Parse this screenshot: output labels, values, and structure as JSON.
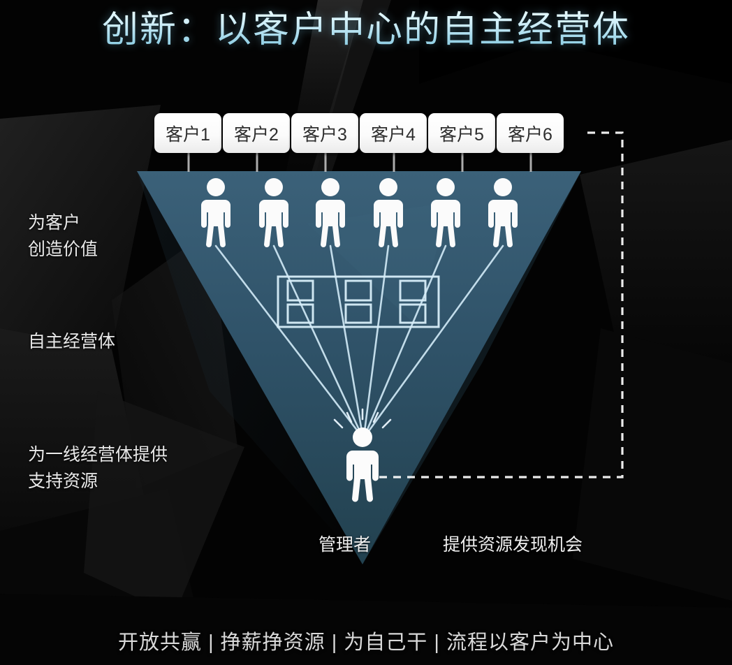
{
  "title": "创新：以客户中心的自主经营体",
  "customers": [
    {
      "label": "客户1"
    },
    {
      "label": "客户2"
    },
    {
      "label": "客户3"
    },
    {
      "label": "客户4"
    },
    {
      "label": "客户5"
    },
    {
      "label": "客户6"
    }
  ],
  "side_labels": {
    "value": "为客户\n创造价值",
    "unit": "自主经营体",
    "support": "为一线经营体提供\n支持资源"
  },
  "bottom_labels": {
    "manager": "管理者",
    "resource": "提供资源发现机会"
  },
  "slogan": "开放共赢 | 挣薪挣资源 | 为自己干 | 流程以客户为中心",
  "colors": {
    "background": "#030303",
    "triangle_fill": "#2f5268",
    "line": "#cfe8f5",
    "title_gradient_start": "#eafcff",
    "title_gradient_end": "#7fc4dc",
    "box_fill": "#ffffff",
    "box_text": "#2e2e2e",
    "label_text": "#e9e9e9"
  },
  "icons": {
    "person": "person-icon",
    "manager": "manager-person-icon",
    "building": "office-building-icon"
  }
}
